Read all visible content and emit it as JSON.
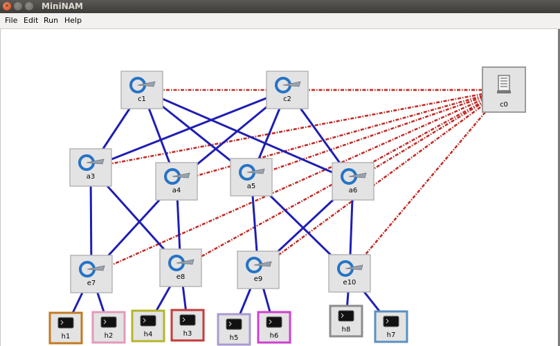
{
  "window": {
    "title": "MiniNAM"
  },
  "menu": [
    "File",
    "Edit",
    "Run",
    "Help"
  ],
  "colors": {
    "data_link": "#1e1eb4",
    "control_link": "#c22a24",
    "node_fill": "#e3e3e3",
    "switch_icon": "#2573c7"
  },
  "controller": {
    "id": "c0",
    "icon": "server-icon"
  },
  "switches": [
    {
      "id": "c1",
      "icon": "switch-icon"
    },
    {
      "id": "c2",
      "icon": "switch-icon"
    },
    {
      "id": "a3",
      "icon": "switch-icon"
    },
    {
      "id": "a4",
      "icon": "switch-icon"
    },
    {
      "id": "a5",
      "icon": "switch-icon"
    },
    {
      "id": "a6",
      "icon": "switch-icon"
    },
    {
      "id": "e7",
      "icon": "switch-icon"
    },
    {
      "id": "e8",
      "icon": "switch-icon"
    },
    {
      "id": "e9",
      "icon": "switch-icon"
    },
    {
      "id": "e10",
      "icon": "switch-icon"
    }
  ],
  "hosts": [
    {
      "id": "h1",
      "icon": "terminal-icon",
      "color": "#c47a22"
    },
    {
      "id": "h2",
      "icon": "terminal-icon",
      "color": "#e39ab8"
    },
    {
      "id": "h4",
      "icon": "terminal-icon",
      "color": "#b3b52a"
    },
    {
      "id": "h3",
      "icon": "terminal-icon",
      "color": "#c63a3a"
    },
    {
      "id": "h5",
      "icon": "terminal-icon",
      "color": "#a99ad0"
    },
    {
      "id": "h6",
      "icon": "terminal-icon",
      "color": "#cf3fcf"
    },
    {
      "id": "h8",
      "icon": "terminal-icon",
      "color": "#8c8c8c"
    },
    {
      "id": "h7",
      "icon": "terminal-icon",
      "color": "#5a8fc2"
    }
  ],
  "data_links": [
    [
      "c1",
      "a3"
    ],
    [
      "c1",
      "a4"
    ],
    [
      "c1",
      "a5"
    ],
    [
      "c1",
      "a6"
    ],
    [
      "c2",
      "a3"
    ],
    [
      "c2",
      "a4"
    ],
    [
      "c2",
      "a5"
    ],
    [
      "c2",
      "a6"
    ],
    [
      "a3",
      "e7"
    ],
    [
      "a3",
      "e8"
    ],
    [
      "a4",
      "e7"
    ],
    [
      "a4",
      "e8"
    ],
    [
      "a5",
      "e9"
    ],
    [
      "a5",
      "e10"
    ],
    [
      "a6",
      "e9"
    ],
    [
      "a6",
      "e10"
    ],
    [
      "e7",
      "h1"
    ],
    [
      "e7",
      "h2"
    ],
    [
      "e8",
      "h4"
    ],
    [
      "e8",
      "h3"
    ],
    [
      "e9",
      "h5"
    ],
    [
      "e9",
      "h6"
    ],
    [
      "e10",
      "h8"
    ],
    [
      "e10",
      "h7"
    ]
  ],
  "control_links": [
    [
      "c0",
      "c1"
    ],
    [
      "c0",
      "c2"
    ],
    [
      "c0",
      "a3"
    ],
    [
      "c0",
      "a4"
    ],
    [
      "c0",
      "a5"
    ],
    [
      "c0",
      "a6"
    ],
    [
      "c0",
      "e7"
    ],
    [
      "c0",
      "e8"
    ],
    [
      "c0",
      "e9"
    ],
    [
      "c0",
      "e10"
    ]
  ]
}
